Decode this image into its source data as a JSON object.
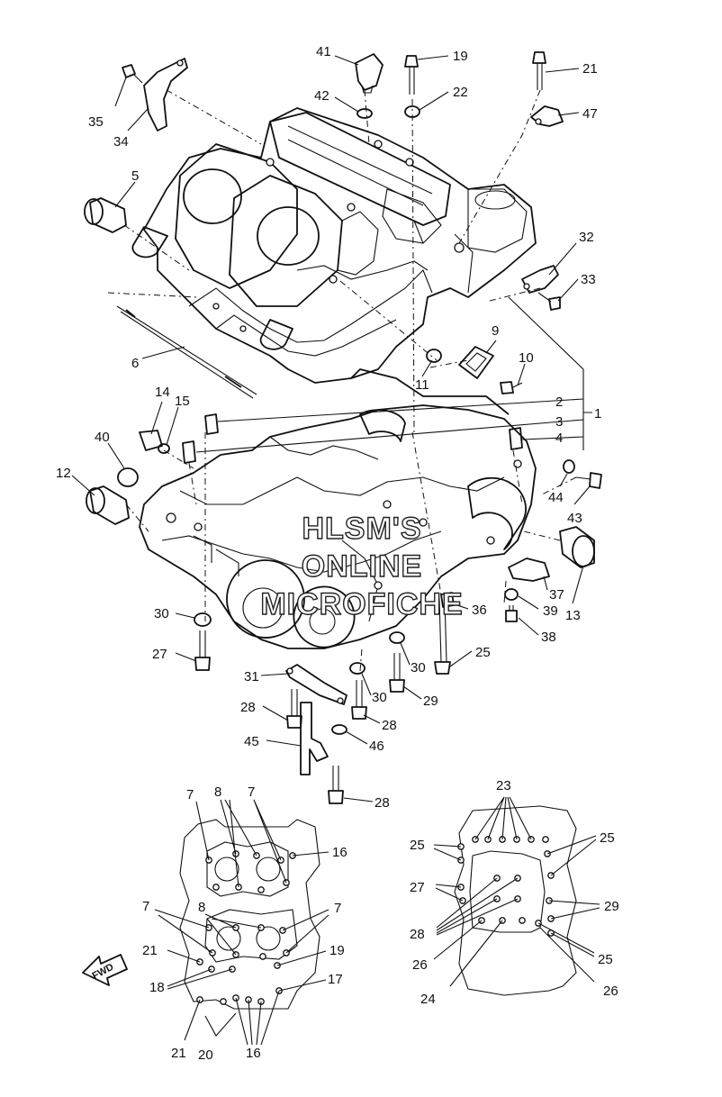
{
  "watermark": [
    "HLSM'S",
    "ONLINE",
    "MICROFICHE"
  ],
  "fwd_label": "FWD",
  "callouts": [
    {
      "id": "c41",
      "text": "41"
    },
    {
      "id": "c19a",
      "text": "19"
    },
    {
      "id": "c21a",
      "text": "21"
    },
    {
      "id": "c42",
      "text": "42"
    },
    {
      "id": "c22",
      "text": "22"
    },
    {
      "id": "c47",
      "text": "47"
    },
    {
      "id": "c35",
      "text": "35"
    },
    {
      "id": "c34",
      "text": "34"
    },
    {
      "id": "c5",
      "text": "5"
    },
    {
      "id": "c32",
      "text": "32"
    },
    {
      "id": "c33",
      "text": "33"
    },
    {
      "id": "c6",
      "text": "6"
    },
    {
      "id": "c9",
      "text": "9"
    },
    {
      "id": "c10",
      "text": "10"
    },
    {
      "id": "c11",
      "text": "11"
    },
    {
      "id": "c14",
      "text": "14"
    },
    {
      "id": "c15",
      "text": "15"
    },
    {
      "id": "c2",
      "text": "2"
    },
    {
      "id": "c3",
      "text": "3"
    },
    {
      "id": "c1",
      "text": "1"
    },
    {
      "id": "c4",
      "text": "4"
    },
    {
      "id": "c40",
      "text": "40"
    },
    {
      "id": "c12",
      "text": "12"
    },
    {
      "id": "c44",
      "text": "44"
    },
    {
      "id": "c43",
      "text": "43"
    },
    {
      "id": "c37",
      "text": "37"
    },
    {
      "id": "c39",
      "text": "39"
    },
    {
      "id": "c13",
      "text": "13"
    },
    {
      "id": "c36",
      "text": "36"
    },
    {
      "id": "c38",
      "text": "38"
    },
    {
      "id": "c30a",
      "text": "30"
    },
    {
      "id": "c27a",
      "text": "27"
    },
    {
      "id": "c25a",
      "text": "25"
    },
    {
      "id": "c30b",
      "text": "30"
    },
    {
      "id": "c31",
      "text": "31"
    },
    {
      "id": "c30c",
      "text": "30"
    },
    {
      "id": "c29a",
      "text": "29"
    },
    {
      "id": "c28a",
      "text": "28"
    },
    {
      "id": "c28b",
      "text": "28"
    },
    {
      "id": "c45",
      "text": "45"
    },
    {
      "id": "c46",
      "text": "46"
    },
    {
      "id": "c28c",
      "text": "28"
    },
    {
      "id": "c7a",
      "text": "7"
    },
    {
      "id": "c8a",
      "text": "8"
    },
    {
      "id": "c7b",
      "text": "7"
    },
    {
      "id": "c16a",
      "text": "16"
    },
    {
      "id": "c7c",
      "text": "7"
    },
    {
      "id": "c8b",
      "text": "8"
    },
    {
      "id": "c7d",
      "text": "7"
    },
    {
      "id": "c21b",
      "text": "21"
    },
    {
      "id": "c19b",
      "text": "19"
    },
    {
      "id": "c18",
      "text": "18"
    },
    {
      "id": "c17",
      "text": "17"
    },
    {
      "id": "c21c",
      "text": "21"
    },
    {
      "id": "c20",
      "text": "20"
    },
    {
      "id": "c16b",
      "text": "16"
    },
    {
      "id": "c23",
      "text": "23"
    },
    {
      "id": "c25b",
      "text": "25"
    },
    {
      "id": "c25c",
      "text": "25"
    },
    {
      "id": "c27b",
      "text": "27"
    },
    {
      "id": "c29b",
      "text": "29"
    },
    {
      "id": "c28d",
      "text": "28"
    },
    {
      "id": "c26a",
      "text": "26"
    },
    {
      "id": "c25d",
      "text": "25"
    },
    {
      "id": "c24",
      "text": "24"
    },
    {
      "id": "c26b",
      "text": "26"
    }
  ]
}
